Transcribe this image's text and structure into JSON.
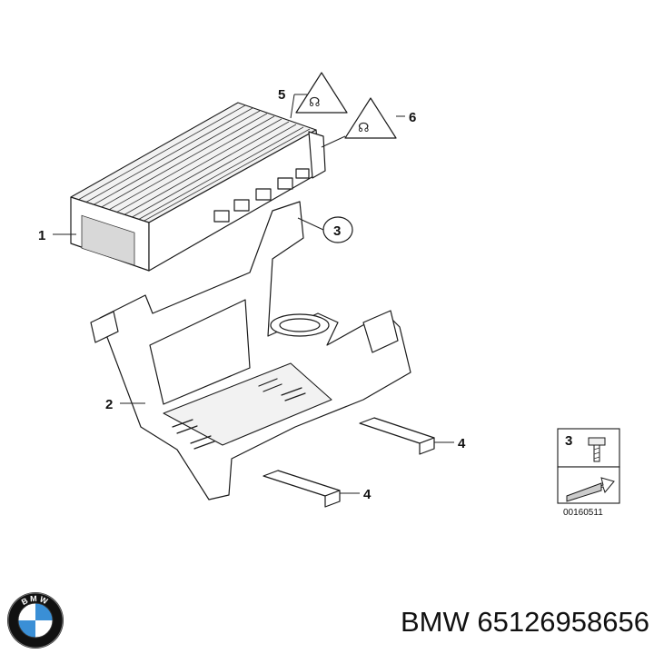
{
  "diagram": {
    "callouts": {
      "amplifier": "1",
      "bracket": "2",
      "bolt": "3",
      "pad_upper": "4",
      "pad_lower": "4",
      "label_left": "5",
      "label_right": "6",
      "legend_bolt": "3"
    },
    "reference_code": "00160511"
  },
  "footer": {
    "brand_text": "BMW 65126958656",
    "logo_letters": "BMW"
  },
  "colors": {
    "line": "#1a1a1a",
    "logo_blue": "#3a8fd6",
    "logo_ring": "#111111"
  }
}
